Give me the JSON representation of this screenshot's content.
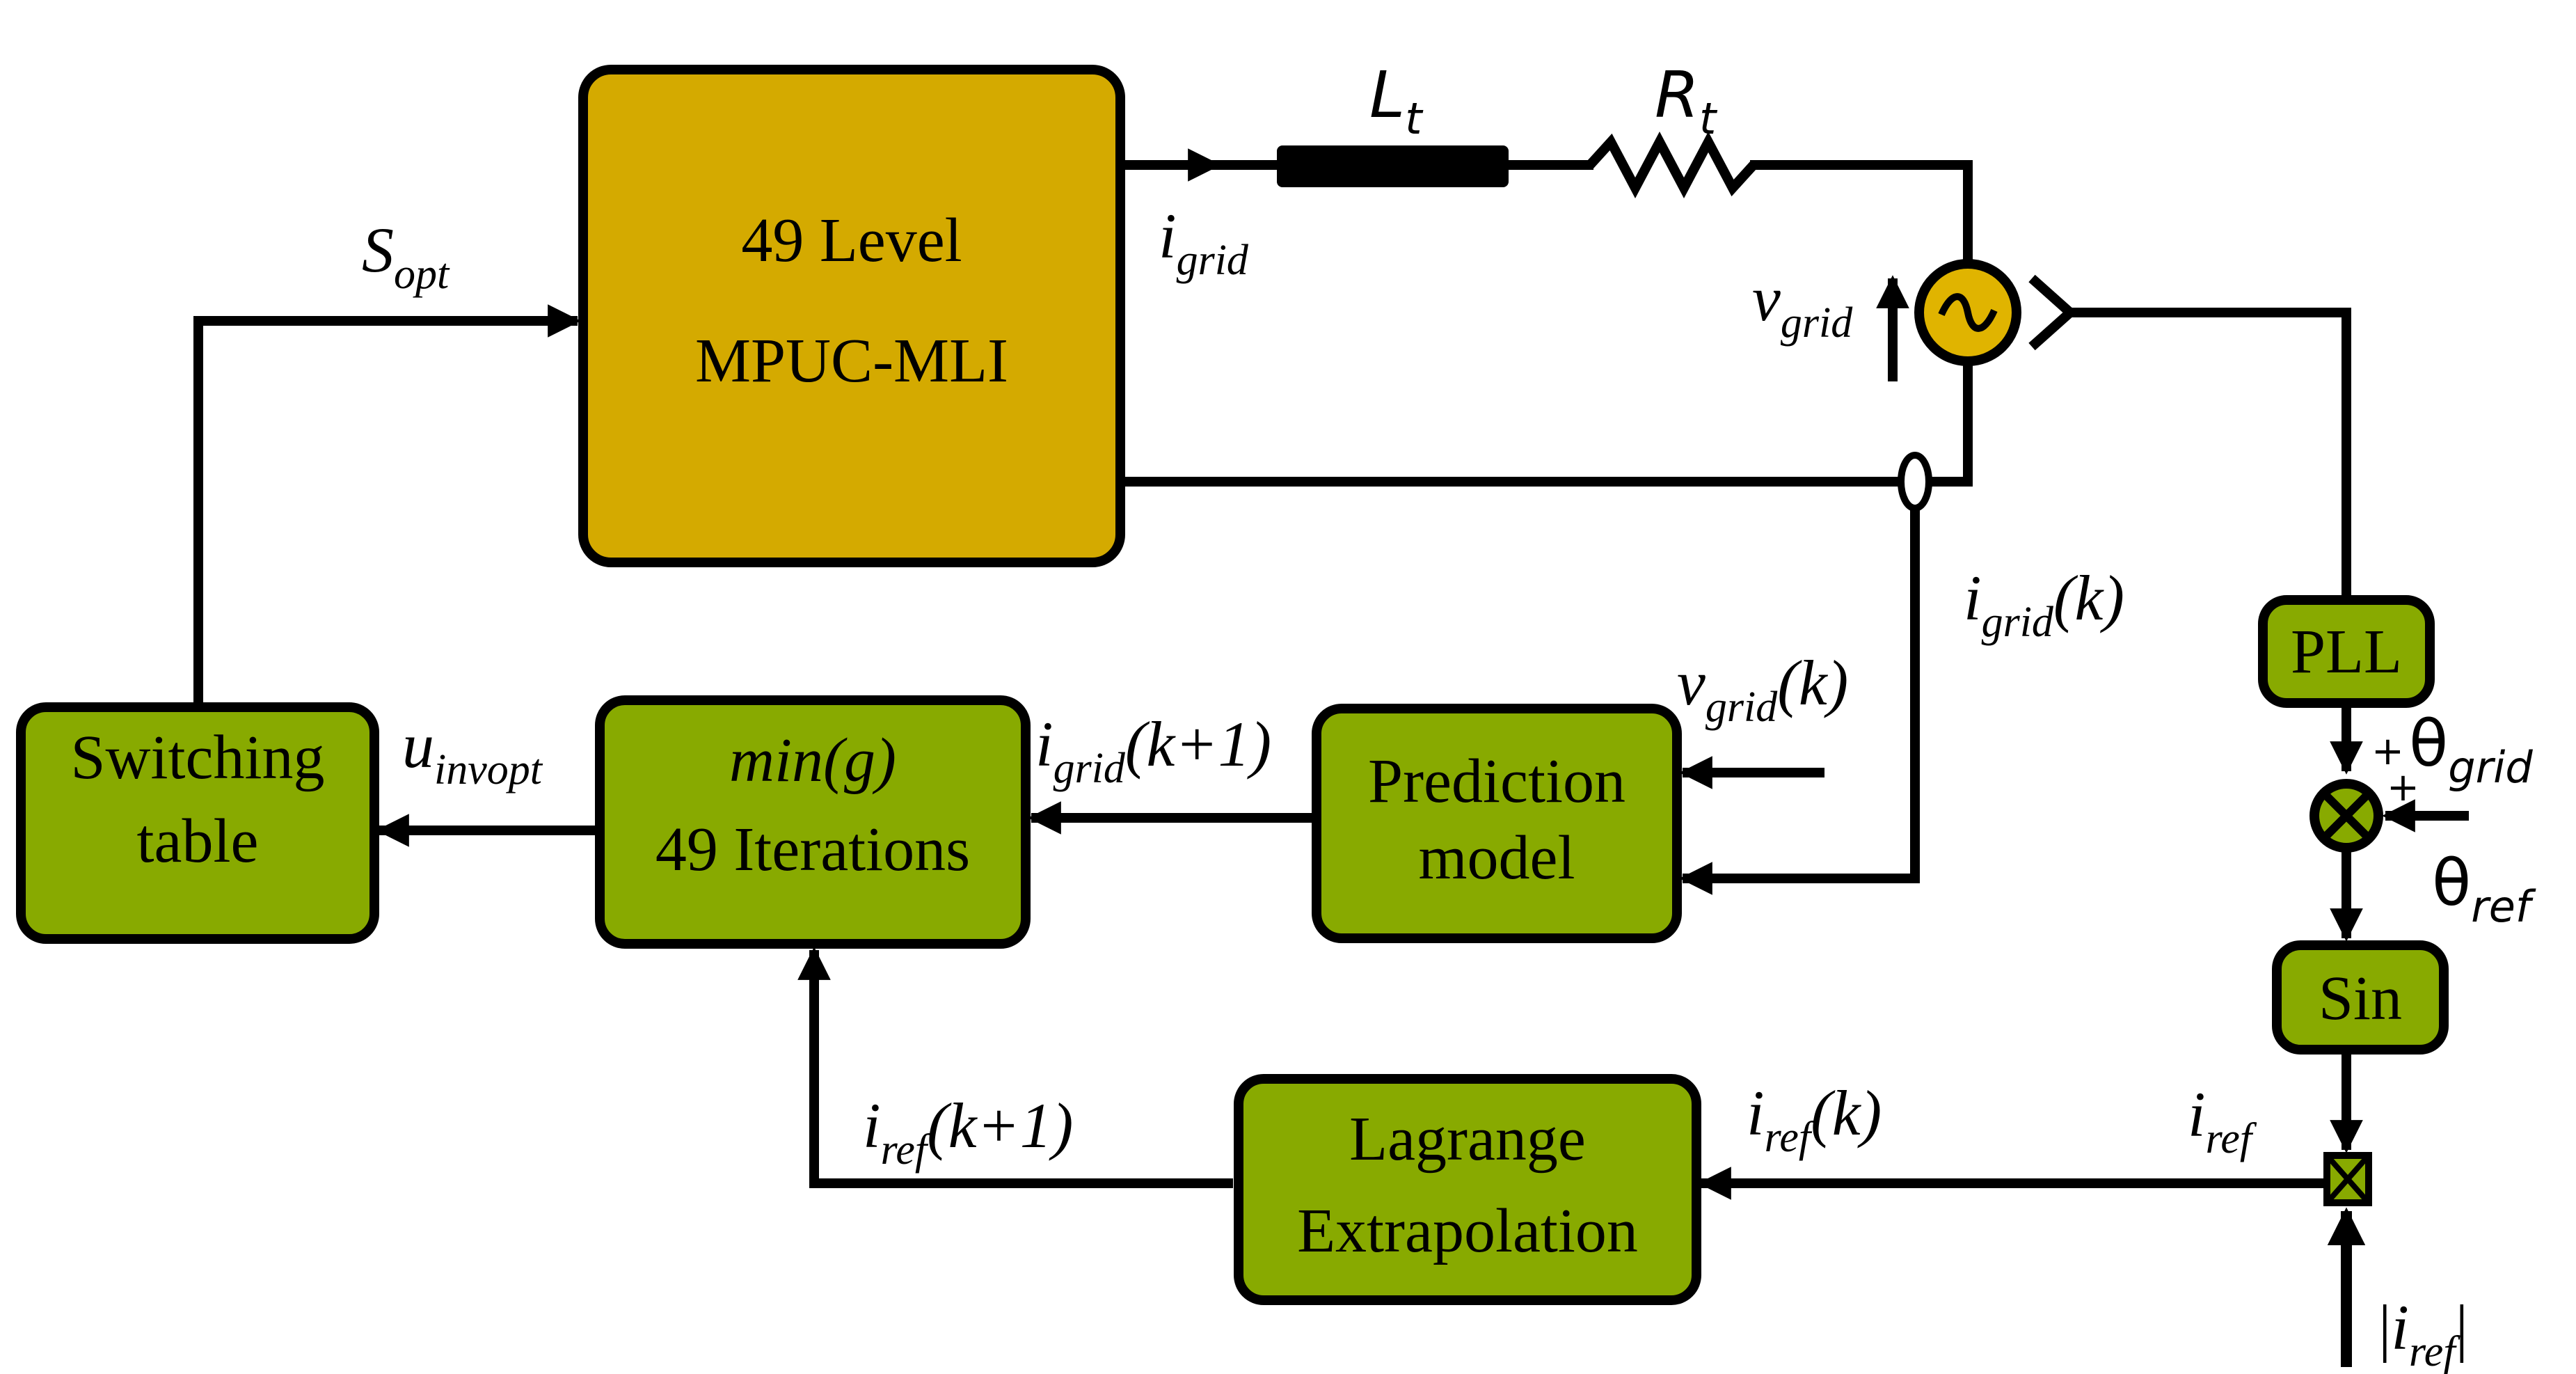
{
  "colors": {
    "inverter_fill": "#d4aa00",
    "control_fill": "#88aa00",
    "source_fill": "#e0b400",
    "wire": "#000000"
  },
  "blocks": {
    "inverter": {
      "line1": "49 Level",
      "line2": "MPUC-MLI"
    },
    "switching_table": {
      "line1": "Switching",
      "line2": "table"
    },
    "minimizer": {
      "line1": "min(g)",
      "line2": "49 Iterations"
    },
    "prediction": {
      "line1": "Prediction",
      "line2": "model"
    },
    "pll": {
      "label": "PLL"
    },
    "sin": {
      "label": "Sin"
    },
    "lagrange": {
      "line1": "Lagrange",
      "line2": "Extrapolation"
    }
  },
  "signals": {
    "s_opt": {
      "main": "S",
      "sub": "opt"
    },
    "u_invopt": {
      "main": "u",
      "sub": "invopt"
    },
    "i_grid": {
      "main": "i",
      "sub": "grid"
    },
    "i_grid_k": {
      "main": "i",
      "sub": "grid",
      "suffix": "(k)"
    },
    "i_grid_k1": {
      "main": "i",
      "sub": "grid",
      "suffix": "(k+1)"
    },
    "v_grid": {
      "main": "v",
      "sub": "grid"
    },
    "v_grid_k": {
      "main": "v",
      "sub": "grid",
      "suffix": "(k)"
    },
    "i_ref": {
      "main": "i",
      "sub": "ref"
    },
    "i_ref_k": {
      "main": "i",
      "sub": "ref",
      "suffix": "(k)"
    },
    "i_ref_k1": {
      "main": "i",
      "sub": "ref",
      "suffix": "(k+1)"
    },
    "i_ref_mag": {
      "bar": "|",
      "main": "i",
      "sub": "ref"
    },
    "theta_grid": {
      "main": "θ",
      "sub": "grid"
    },
    "theta_ref": {
      "main": "θ",
      "sub": "ref"
    },
    "inductor": {
      "main": "L",
      "sub": "t"
    },
    "resistor": {
      "main": "R",
      "sub": "t"
    },
    "plus": "+"
  }
}
